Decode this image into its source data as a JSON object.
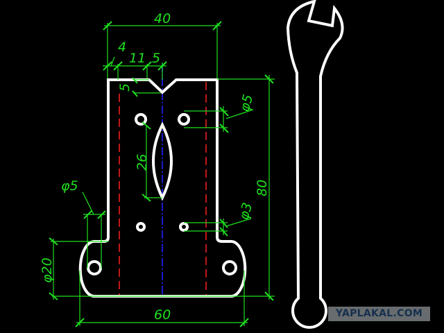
{
  "dimensions": {
    "width_top": "40",
    "offset_4": "4",
    "offset_11": "11",
    "offset_5": "5",
    "notch_depth": "5",
    "hole_top_diameter": "φ5",
    "slot_length": "26",
    "height": "80",
    "hole_mid_diameter": "φ3",
    "hole_lobe_diameter": "φ5",
    "lobe_diameter": "φ20",
    "width_bottom": "60"
  },
  "watermark": "YAPLAKAL.COM",
  "colors": {
    "outline": "#ffffff",
    "dimension": "#1fe01f",
    "centerline": "#1010c0",
    "hidden": "#c01010",
    "background": "#000000"
  }
}
